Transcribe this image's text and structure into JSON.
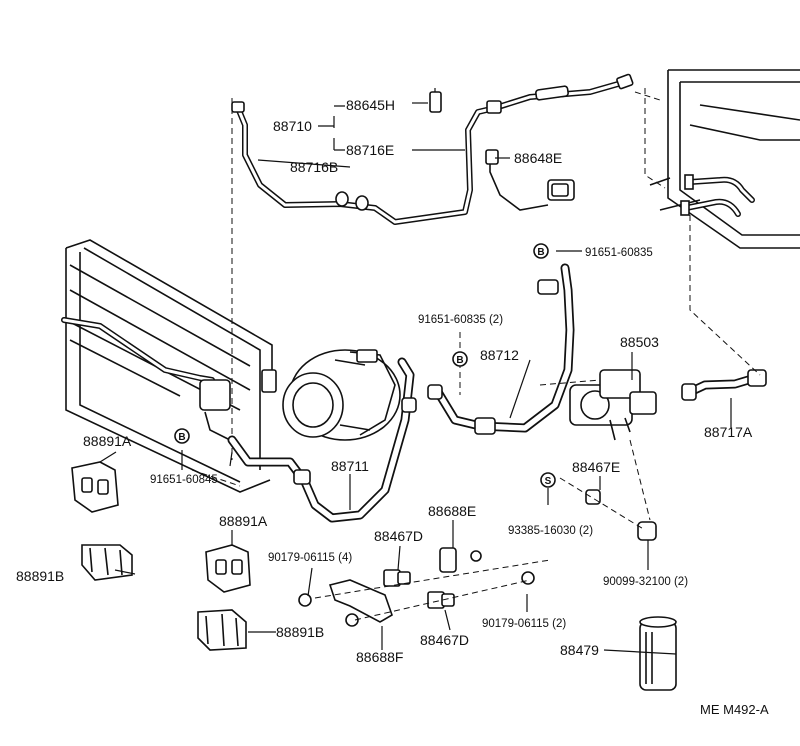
{
  "diagram": {
    "code": "ME M492-A",
    "parts": {
      "p88645H": "88645H",
      "p88710": "88710",
      "p88716E": "88716E",
      "p88716B": "88716B",
      "p88648E": "88648E",
      "b_91651_60835_top": "91651-60835",
      "b_91651_60835_2": "91651-60835 (2)",
      "p88503": "88503",
      "p88712": "88712",
      "p88717A": "88717A",
      "p88891A_1": "88891A",
      "b_91651_60845": "91651-60845",
      "p88711": "88711",
      "p88467E": "88467E",
      "s_93385_16030": "93385-16030 (2)",
      "p90099_32100": "90099-32100 (2)",
      "p88891A_2": "88891A",
      "p88688E": "88688E",
      "p88467D_1": "88467D",
      "p90179_06115_4": "90179-06115 (4)",
      "p88891B_1": "88891B",
      "p90179_06115_2": "90179-06115 (2)",
      "p88891B_2": "88891B",
      "p88688F": "88688F",
      "p88467D_2": "88467D",
      "p88479": "88479"
    },
    "markers": {
      "b": "B",
      "s": "S"
    }
  }
}
